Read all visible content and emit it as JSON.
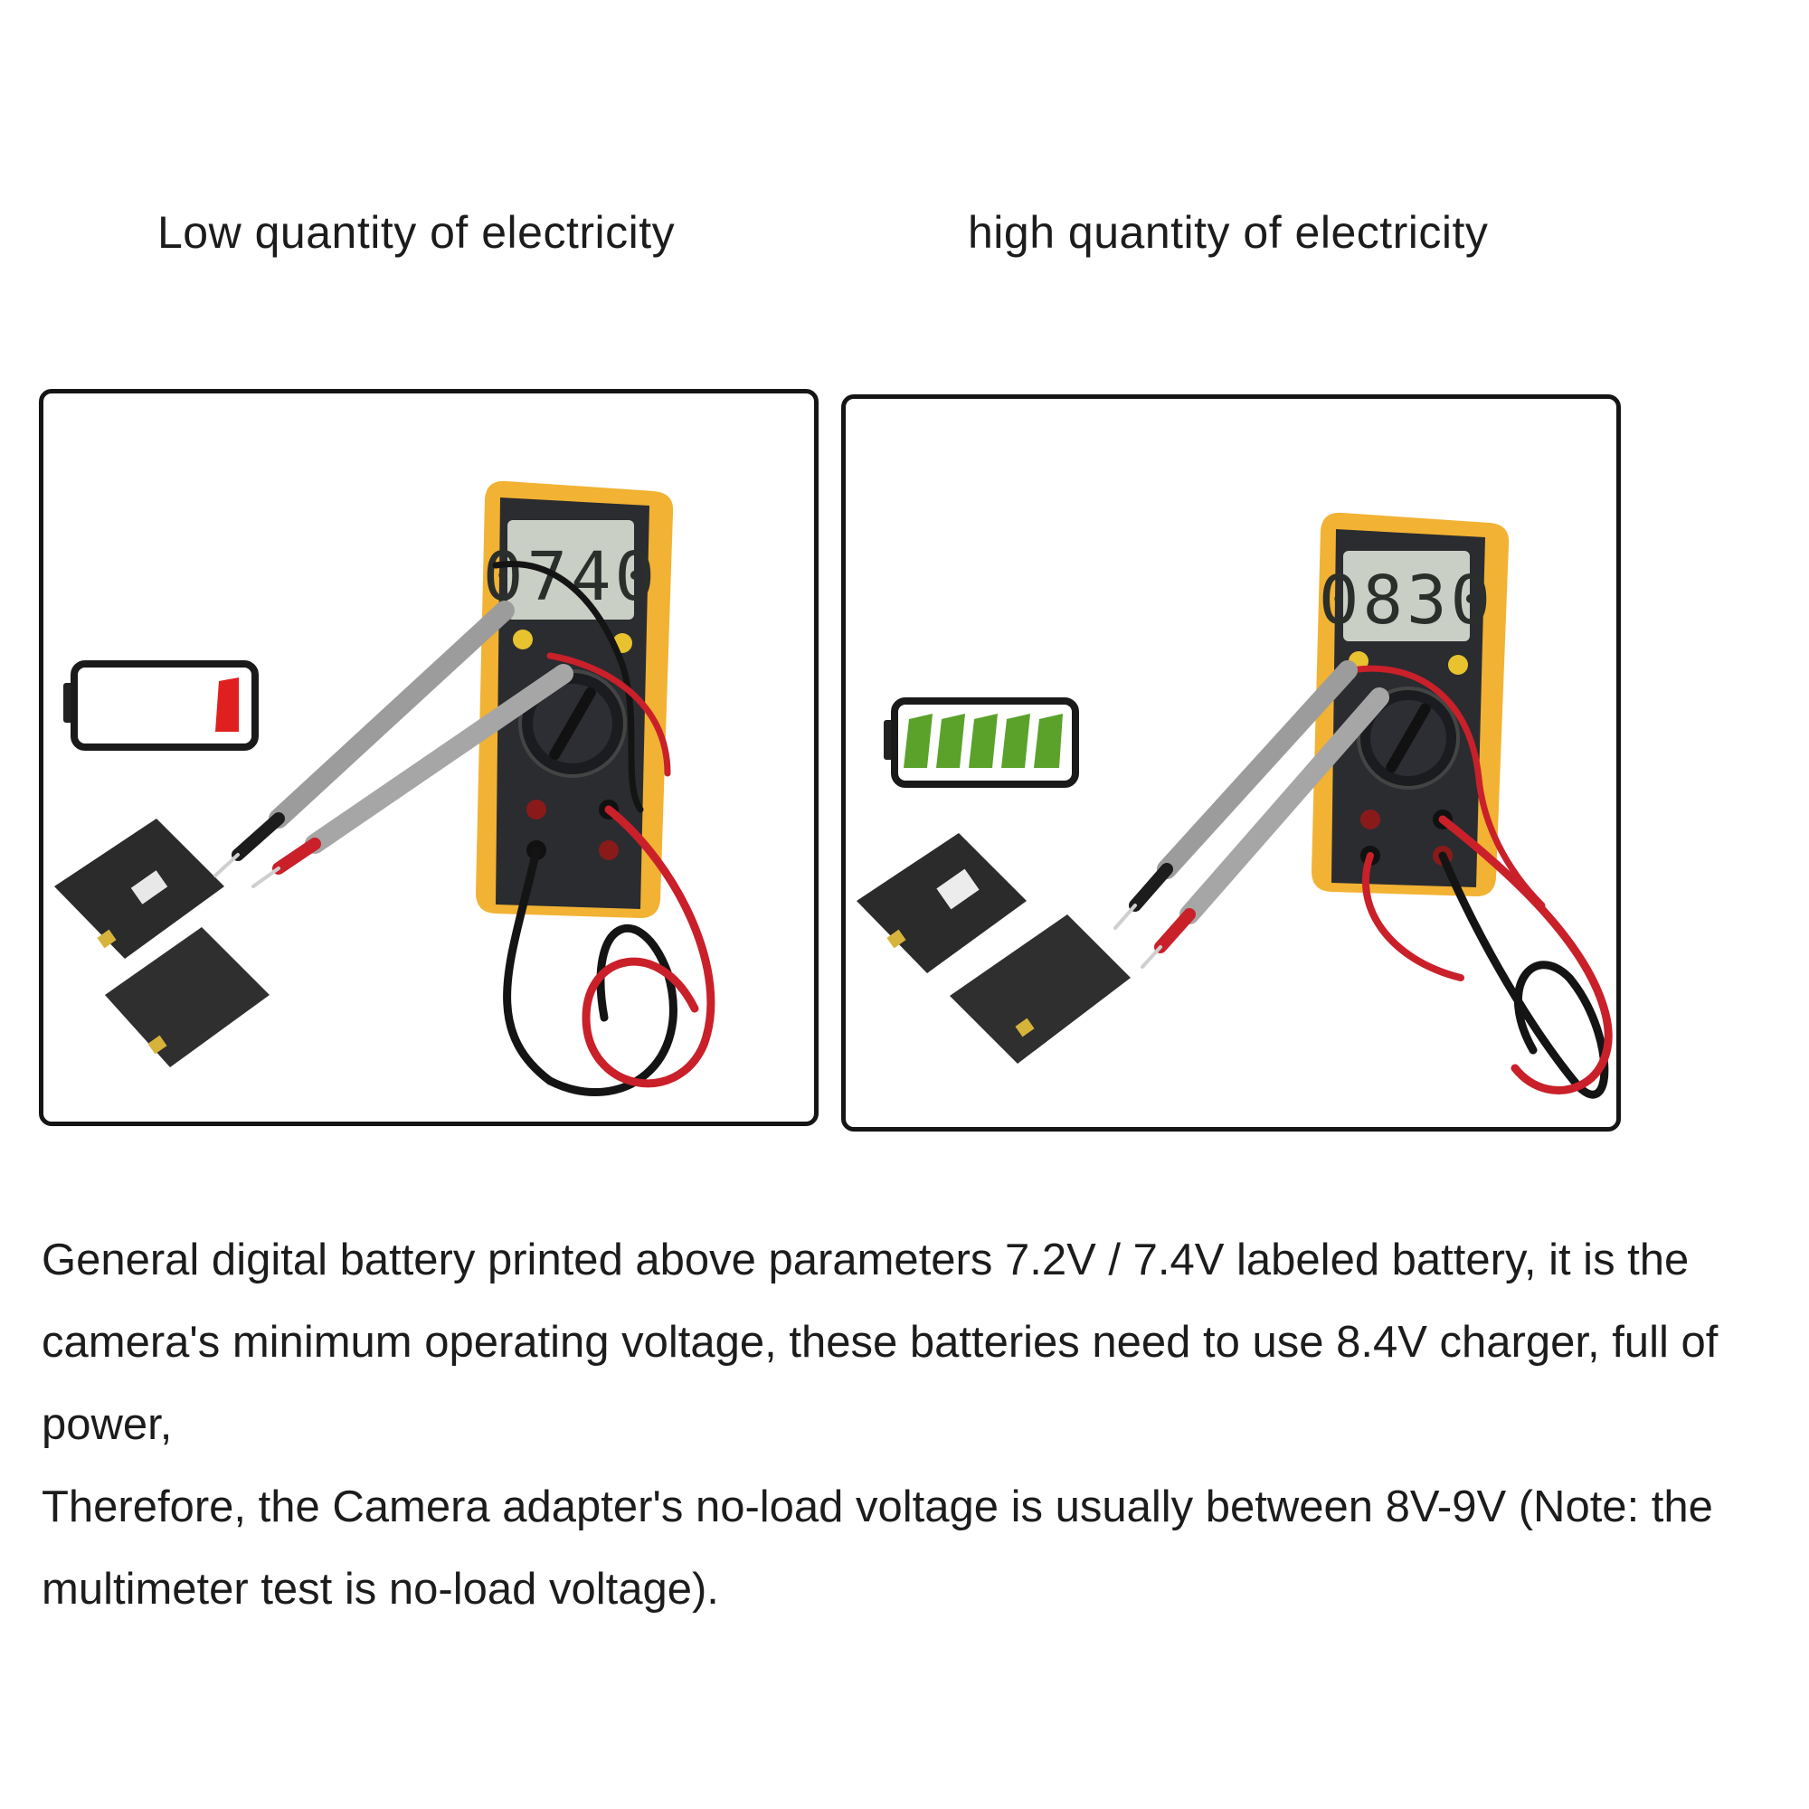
{
  "headings": {
    "low": "Low quantity of electricity",
    "high": "high quantity of electricity"
  },
  "panels": {
    "low": {
      "meter_reading": "0740",
      "battery_level": 0.2,
      "battery_color": "#e0201e"
    },
    "high": {
      "meter_reading": "0830",
      "battery_level": 1.0,
      "battery_color": "#5aa22a"
    }
  },
  "description": {
    "paragraph_1": "General digital battery printed above parameters 7.2V / 7.4V labeled battery, it is the camera's minimum operating voltage, these batteries need to use 8.4V charger, full of power,",
    "paragraph_2": "Therefore, the Camera adapter's no-load voltage is usually between 8V-9V (Note: the multimeter test is no-load voltage)."
  },
  "colors": {
    "multimeter_body": "#f2b233",
    "multimeter_face": "#2a2c30",
    "lcd": "#c9cfc4",
    "probe_lead_red": "#c9202a",
    "probe_lead_black": "#141414"
  }
}
